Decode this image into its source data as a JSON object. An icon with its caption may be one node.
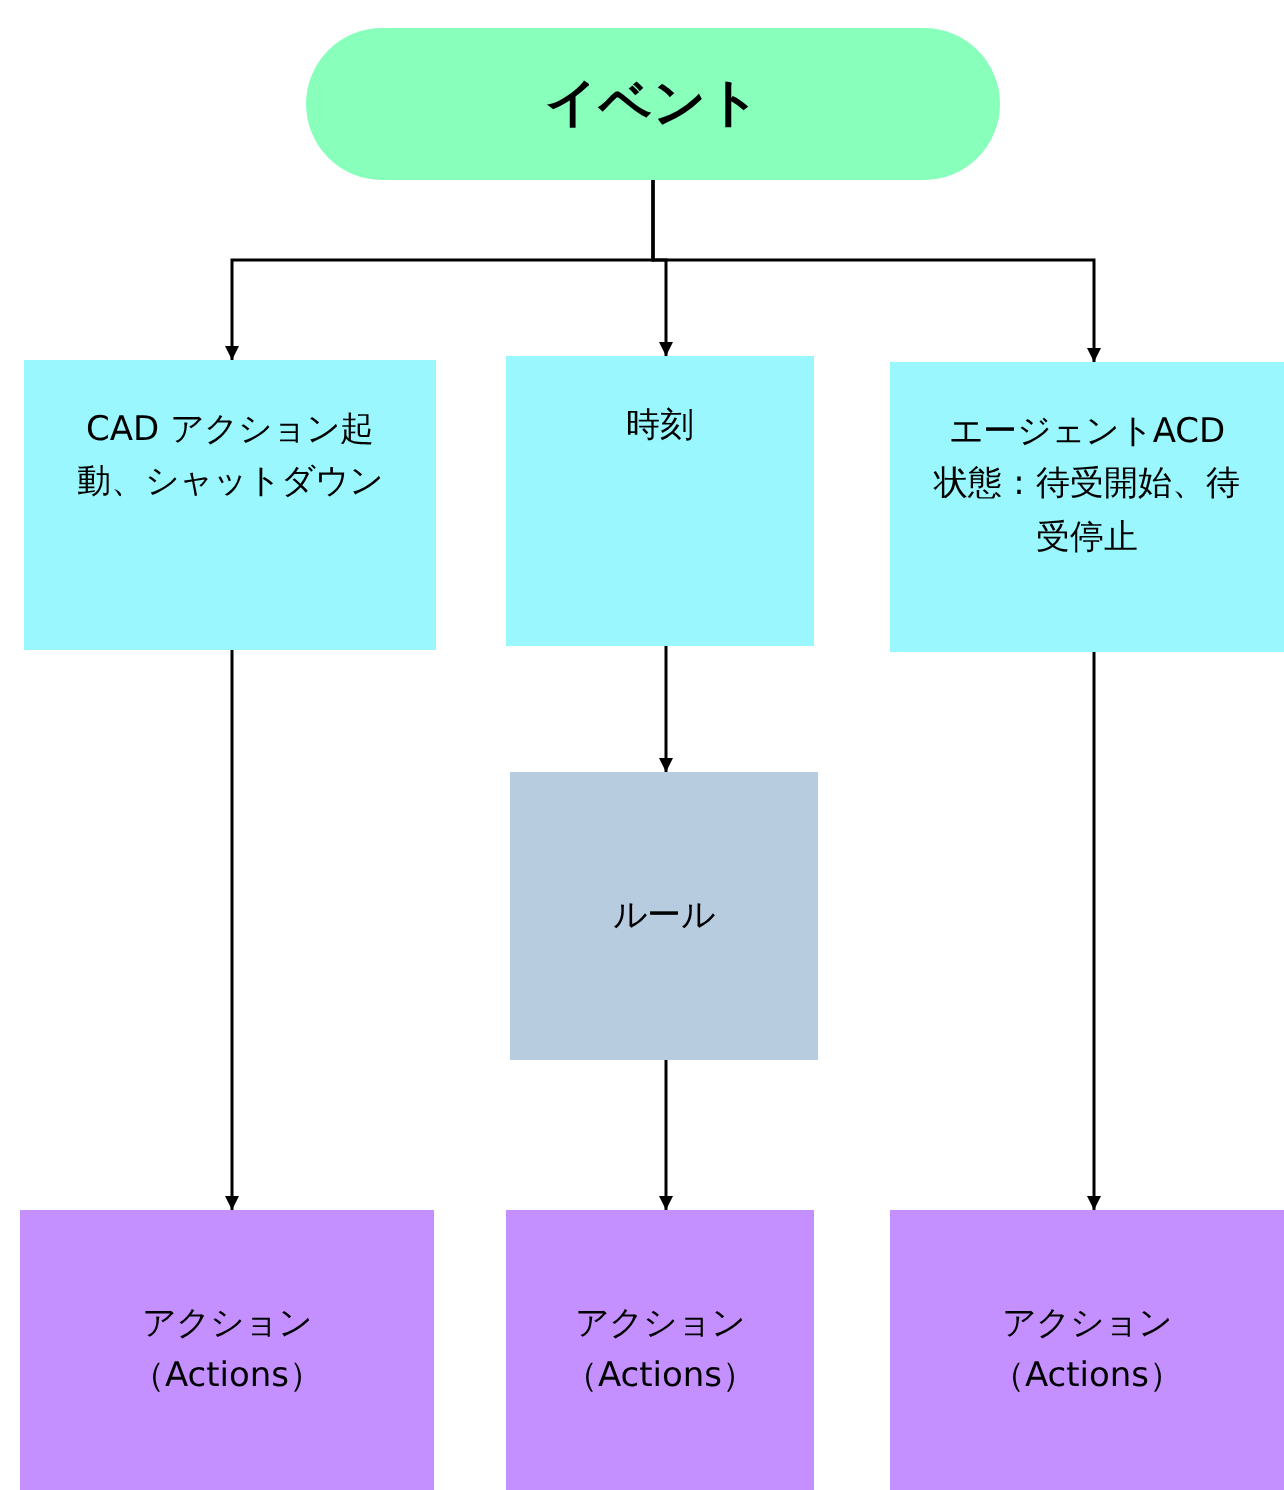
{
  "diagram": {
    "nodes": [
      {
        "text": [
          "イベント"
        ]
      },
      {
        "text": [
          "CAD アクション起動、シャットダウン"
        ]
      },
      {
        "text": [
          "時刻"
        ]
      },
      {
        "text": [
          "エージェントACD 状態 : 待受開始、待受停止"
        ]
      },
      {
        "text": [
          "ルール"
        ]
      },
      {
        "text": [
          "アクション（Actions）"
        ]
      },
      {
        "text": [
          "アクション（Actions）"
        ]
      },
      {
        "text": [
          "アクション（Actions）"
        ]
      }
    ],
    "edges": [
      {
        "from": 0,
        "to": 1,
        "arrow": "to"
      },
      {
        "from": 0,
        "to": 2,
        "arrow": "to"
      },
      {
        "from": 0,
        "to": 3,
        "arrow": "to"
      },
      {
        "from": 1,
        "to": 5,
        "arrow": "to"
      },
      {
        "from": 2,
        "to": 4,
        "arrow": "to"
      },
      {
        "from": 4,
        "to": 6,
        "arrow": "to"
      },
      {
        "from": 3,
        "to": 7,
        "arrow": "to"
      }
    ]
  }
}
